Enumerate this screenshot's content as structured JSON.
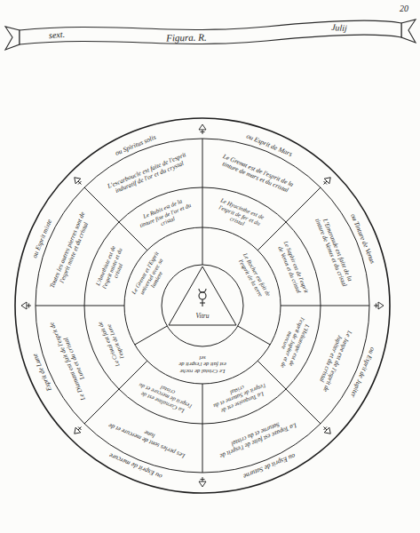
{
  "diagram": {
    "title": "Figura. R.",
    "nodes": [
      {
        "text": [
          "ou Spiritus solis",
          "ou Esprit de Mars",
          "ou Tinture de Venus",
          "ou Esprit de Jupiter",
          "ou Esprit de Saturne",
          "ou Esprit de mercure",
          "Esprit de Lune",
          "ou Esprit mixte"
        ]
      },
      {
        "text": [
          "L'escarboucle est faite de l'esprit induratif de l'or et du crystal"
        ],
        "in": 0
      },
      {
        "text": [
          "Le Grenat est de l'esprit de la tinture de mars et du cristal"
        ],
        "in": 0
      },
      {
        "text": [
          "L'Emeraude est faite de la tinture de Venus et du cristal"
        ],
        "in": 0
      },
      {
        "text": [
          "Le Jaspe est de l'esprit de Jupiter et du cristal"
        ],
        "in": 0
      },
      {
        "text": [
          "La Topaze est faite de l'esprit de Saturne et du cristal"
        ],
        "in": 0
      },
      {
        "text": [
          "Les perles sont de mercure et de lune"
        ],
        "in": 0
      },
      {
        "text": [
          "Le Diamant est fait de l'esprit de Lune et du cristal"
        ],
        "in": 0
      },
      {
        "text": [
          "Toutes les autres pierres sont de l'esprit mixte et du cristal"
        ],
        "in": 0
      },
      {
        "text": [
          "Le Rubis est de la tinture fixe de l'or et du cristal"
        ],
        "in": 0
      },
      {
        "text": [
          "Le Hyacinthe est de l'esprit de fer et du cristal"
        ],
        "in": 0
      },
      {
        "text": [
          "Le Saphir est de l'esprit de Venus et du cristal"
        ],
        "in": 0
      },
      {
        "text": [
          "L'Heliotrope est de l'esprit de Jupiter et de mercure"
        ],
        "in": 0
      },
      {
        "text": [
          "La Turquoise est de l'esprit de Saturne et du cristal"
        ],
        "in": 0
      },
      {
        "text": [
          "La Cornaline est de l'esprit de mercure et du cristal"
        ],
        "in": 0
      },
      {
        "text": [
          "Le Cristal est fait de l'esprit de Lune"
        ],
        "in": 0
      },
      {
        "text": [
          "L'Amethiste est de l'esprit mixte et du cristal"
        ],
        "in": 0
      },
      {
        "text": [
          "Le Grenat et l'Esprit universel avec sa lumiere"
        ],
        "in": 0
      },
      {
        "text": [
          "Le Rocher est fait de l'esprit de la terre"
        ],
        "in": 0
      },
      {
        "text": [
          "Le Cristal de roche est fait de l'esprit de sel"
        ],
        "in": 0
      },
      {
        "text": [
          "Vitru"
        ],
        "in": 0
      }
    ],
    "labels": [
      "sext.",
      "Julij",
      "20"
    ]
  }
}
